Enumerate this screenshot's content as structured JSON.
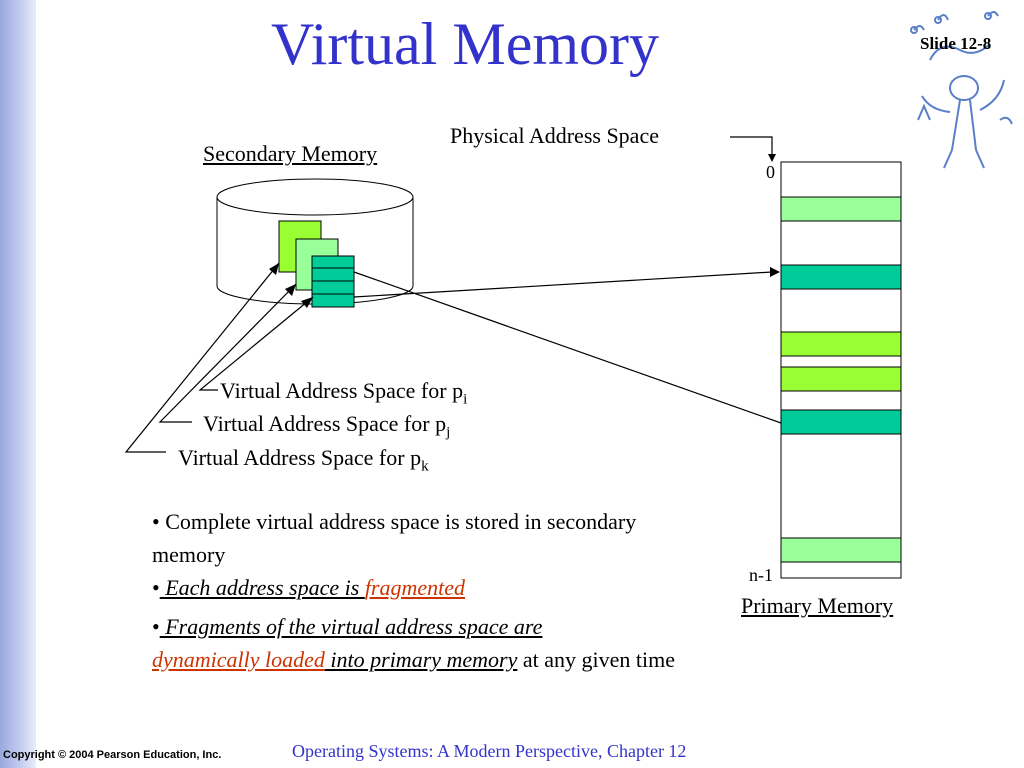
{
  "title": "Virtual Memory",
  "slide_label": "Slide 12-8",
  "labels": {
    "secondary_memory": "Secondary Memory",
    "physical_address_space": "Physical Address Space",
    "zero": "0",
    "n_minus_1": "n-1",
    "primary_memory": "Primary Memory",
    "vas_prefix": "Virtual Address Space for p",
    "sub_i": "i",
    "sub_j": "j",
    "sub_k": "k"
  },
  "bullets": {
    "b1": "Complete virtual address space is stored in secondary memory",
    "b2_a": " Each address space is ",
    "b2_b": "fragmented",
    "b3_a": " Fragments of the virtual address space are",
    "b3_b": "dynamically loaded",
    "b3_c": " into primary memory",
    "b3_d": " at any given time"
  },
  "footer": {
    "copyright": "Copyright © 2004 Pearson Education, Inc.",
    "course": "Operating Systems: A Modern Perspective, Chapter 12"
  },
  "colors": {
    "title": "#3333cc",
    "light_green": "#99ff99",
    "lime": "#99ff33",
    "teal": "#00cc99",
    "emphasis_red": "#cc3300"
  }
}
